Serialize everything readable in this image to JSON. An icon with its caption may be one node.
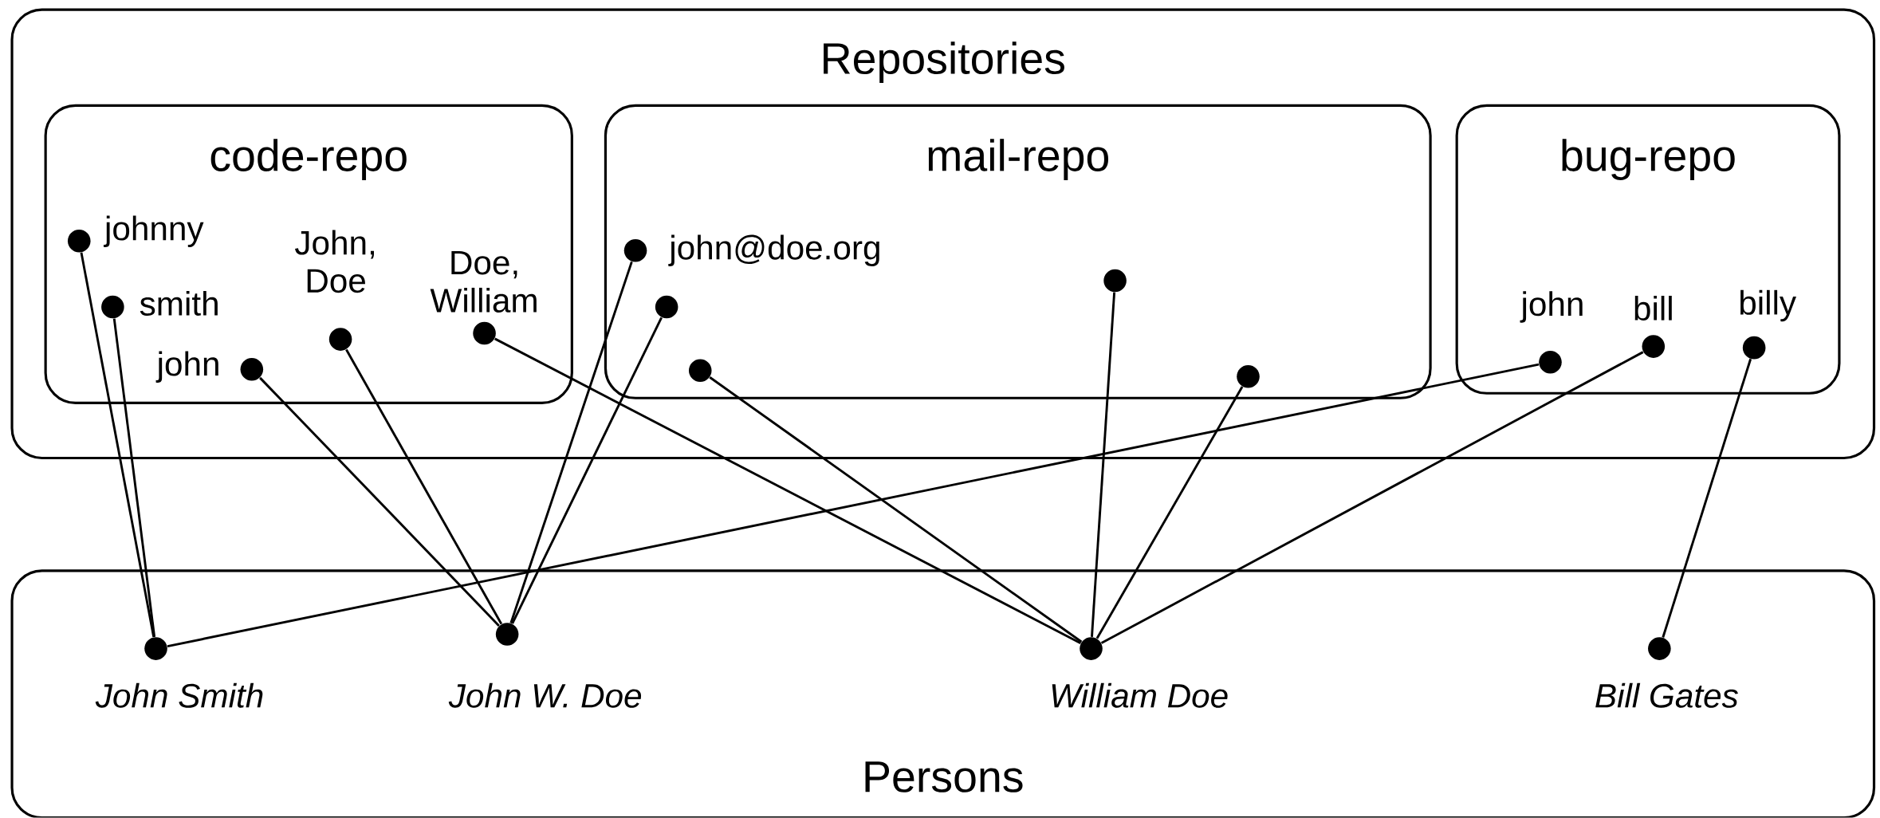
{
  "diagram": {
    "nodes": [
      {
        "text": [
          "Repositories"
        ]
      },
      {
        "text": [
          "code-repo"
        ],
        "in": 0
      },
      {
        "text": [
          "mail-repo"
        ],
        "in": 0
      },
      {
        "text": [
          "bug-repo"
        ],
        "in": 0
      },
      {
        "text": [
          "Persons"
        ]
      },
      {
        "text": [],
        "shape": "circle",
        "beside": [
          "johnny"
        ],
        "in": 1
      },
      {
        "text": [],
        "shape": "circle",
        "beside": [
          "smith"
        ],
        "in": 1
      },
      {
        "text": [],
        "shape": "circle",
        "beside": [
          "john"
        ],
        "in": 1
      },
      {
        "text": [],
        "shape": "circle",
        "beside": [
          "John, Doe"
        ],
        "in": 1
      },
      {
        "text": [],
        "shape": "circle",
        "beside": [
          "Doe, William"
        ],
        "in": 1
      },
      {
        "text": [],
        "shape": "circle",
        "beside": [
          "john@doe.org"
        ],
        "in": 2
      },
      {
        "text": [],
        "shape": "circle",
        "in": 2
      },
      {
        "text": [],
        "shape": "circle",
        "in": 2
      },
      {
        "text": [],
        "shape": "circle",
        "in": 2
      },
      {
        "text": [],
        "shape": "circle",
        "in": 2
      },
      {
        "text": [],
        "shape": "circle",
        "beside": [
          "john"
        ],
        "in": 3
      },
      {
        "text": [],
        "shape": "circle",
        "beside": [
          "bill"
        ],
        "in": 3
      },
      {
        "text": [],
        "shape": "circle",
        "beside": [
          "billy"
        ],
        "in": 3
      },
      {
        "text": [],
        "shape": "circle",
        "beside": [
          "John Smith"
        ],
        "in": 4
      },
      {
        "text": [],
        "shape": "circle",
        "beside": [
          "John W. Doe"
        ],
        "in": 4
      },
      {
        "text": [],
        "shape": "circle",
        "beside": [
          "William Doe"
        ],
        "in": 4
      },
      {
        "text": [],
        "shape": "circle",
        "beside": [
          "Bill Gates"
        ],
        "in": 4
      }
    ],
    "edges": [
      {
        "from": 18,
        "to": 5,
        "arrow": "none"
      },
      {
        "from": 18,
        "to": 6,
        "arrow": "none"
      },
      {
        "from": 18,
        "to": 15,
        "arrow": "none"
      },
      {
        "from": 19,
        "to": 7,
        "arrow": "none"
      },
      {
        "from": 19,
        "to": 8,
        "arrow": "none"
      },
      {
        "from": 19,
        "to": 10,
        "arrow": "none"
      },
      {
        "from": 19,
        "to": 11,
        "arrow": "none"
      },
      {
        "from": 20,
        "to": 9,
        "arrow": "none"
      },
      {
        "from": 20,
        "to": 12,
        "arrow": "none"
      },
      {
        "from": 20,
        "to": 13,
        "arrow": "none"
      },
      {
        "from": 20,
        "to": 14,
        "arrow": "none"
      },
      {
        "from": 20,
        "to": 16,
        "arrow": "none"
      },
      {
        "from": 21,
        "to": 17,
        "arrow": "none"
      }
    ]
  }
}
